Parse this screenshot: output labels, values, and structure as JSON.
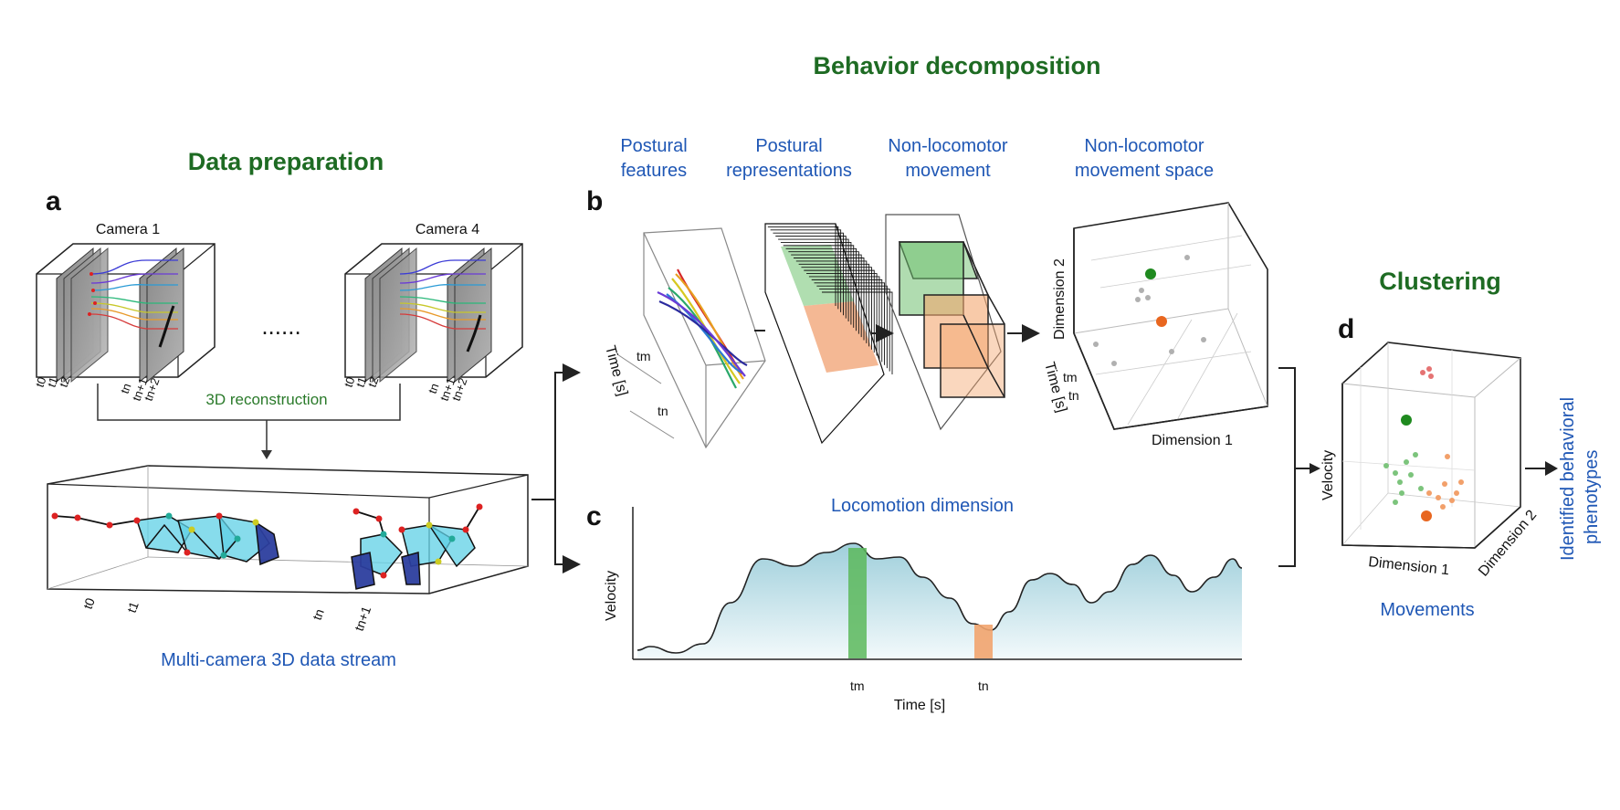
{
  "sections": {
    "data_preparation": "Data preparation",
    "behavior_decomposition": "Behavior decomposition",
    "clustering": "Clustering"
  },
  "panels": {
    "a": "a",
    "b": "b",
    "c": "c",
    "d": "d"
  },
  "panel_a": {
    "camera_1": "Camera 1",
    "camera_4": "Camera 4",
    "ellipsis": "......",
    "reconstruction": "3D reconstruction",
    "stream_label": "Multi-camera 3D data stream",
    "frame_ticks": [
      "t0",
      "t1",
      "t2",
      "tn",
      "tn+1",
      "tn+2"
    ],
    "stream_ticks": [
      "t0",
      "t1",
      "tn",
      "tn+1"
    ]
  },
  "panel_b": {
    "postural_features": [
      "Postural",
      "features"
    ],
    "postural_representations": [
      "Postural",
      "representations"
    ],
    "non_locomotor_movement": [
      "Non-locomotor",
      "movement"
    ],
    "non_locomotor_space": [
      "Non-locomotor",
      "movement space"
    ],
    "time_axis": "Time [s]",
    "tick_m": "tm",
    "tick_n": "tn",
    "dimension_1": "Dimension 1",
    "dimension_2": "Dimension 2"
  },
  "panel_c": {
    "title": "Locomotion dimension",
    "y_label": "Velocity",
    "x_label": "Time [s]",
    "tick_m": "tm",
    "tick_n": "tn"
  },
  "panel_d": {
    "y_label": "Velocity",
    "x_label": "Dimension 1",
    "z_label": "Dimension 2",
    "caption": "Movements",
    "output": [
      "Identified behavioral",
      "phenotypes"
    ]
  },
  "colors": {
    "section_title": "#1e6b23",
    "blue_text": "#1f57b5",
    "highlight_green": "#2f8f2f",
    "highlight_orange": "#e8661f",
    "area_fill": "#a9d4de"
  }
}
